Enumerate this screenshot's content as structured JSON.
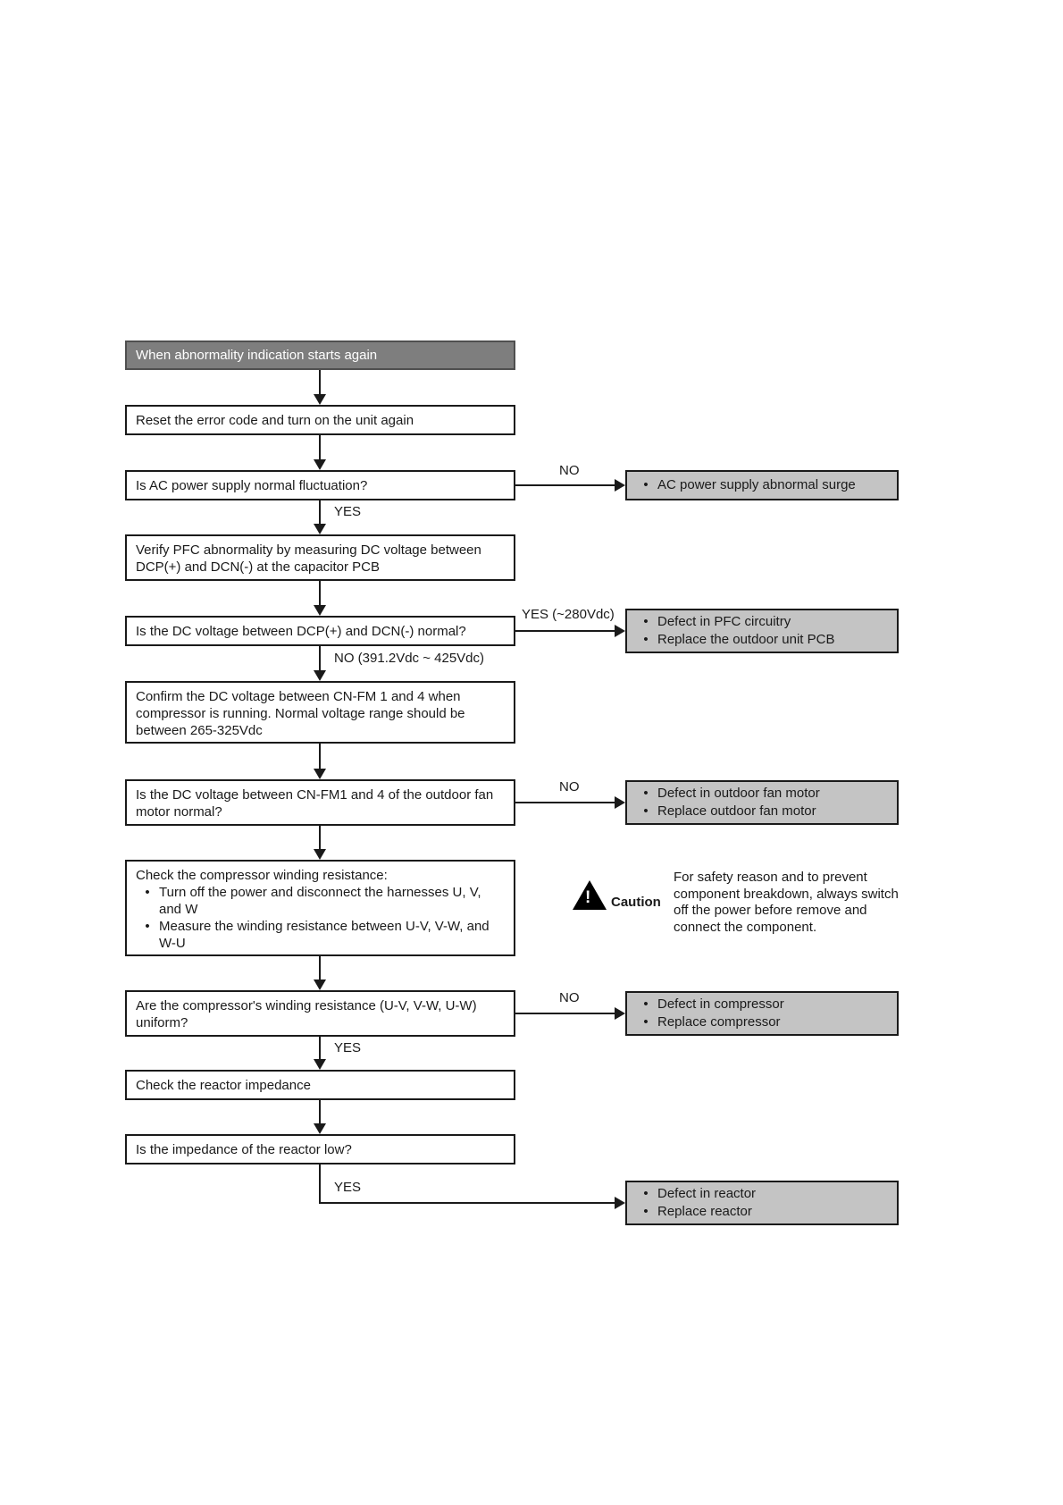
{
  "flowchart": {
    "header": "When abnormality indication starts again",
    "boxes": {
      "reset": "Reset the error code and turn on the unit again",
      "ac_power_q": "Is AC power supply normal fluctuation?",
      "verify_pfc": "Verify PFC abnormality by measuring DC voltage between DCP(+) and DCN(-) at the capacitor PCB",
      "dcp_dcn_q": "Is the DC voltage between DCP(+) and DCN(-) normal?",
      "confirm_cnfm": "Confirm the DC voltage between CN-FM 1 and 4 when compressor is running. Normal voltage range should be between 265-325Vdc",
      "fan_motor_q": "Is the DC voltage between CN-FM1 and 4 of the outdoor fan motor normal?",
      "winding_title": "Check the compressor winding resistance:",
      "winding_bullet_1": "Turn off the power and disconnect the harnesses U, V, and W",
      "winding_bullet_2": "Measure the winding resistance between U-V, V-W, and W-U",
      "uniform_q": "Are the compressor's winding resistance (U-V, V-W, U-W) uniform?",
      "check_reactor": "Check the reactor impedance",
      "impedance_q": "Is the impedance of the reactor low?"
    },
    "labels": {
      "no_ac": "NO",
      "yes_ac": "YES",
      "yes_dc": "YES (~280Vdc)",
      "no_dc": "NO (391.2Vdc ~ 425Vdc)",
      "no_fan": "NO",
      "no_uniform": "NO",
      "yes_uniform": "YES",
      "yes_reactor": "YES"
    },
    "results": {
      "surge": [
        "AC power supply abnormal surge"
      ],
      "pfc": [
        "Defect in PFC circuitry",
        "Replace the outdoor unit PCB"
      ],
      "fan": [
        "Defect in outdoor fan motor",
        "Replace outdoor fan motor"
      ],
      "compressor": [
        "Defect in compressor",
        "Replace compressor"
      ],
      "reactor": [
        "Defect in reactor",
        "Replace reactor"
      ]
    },
    "caution": {
      "label": "Caution",
      "text": "For safety reason and to prevent component breakdown, always switch off the power before remove and connect the component."
    },
    "colors": {
      "header_bg": "#7e7e7e",
      "result_bg": "#c4c4c4",
      "line": "#1a1a1a"
    }
  }
}
